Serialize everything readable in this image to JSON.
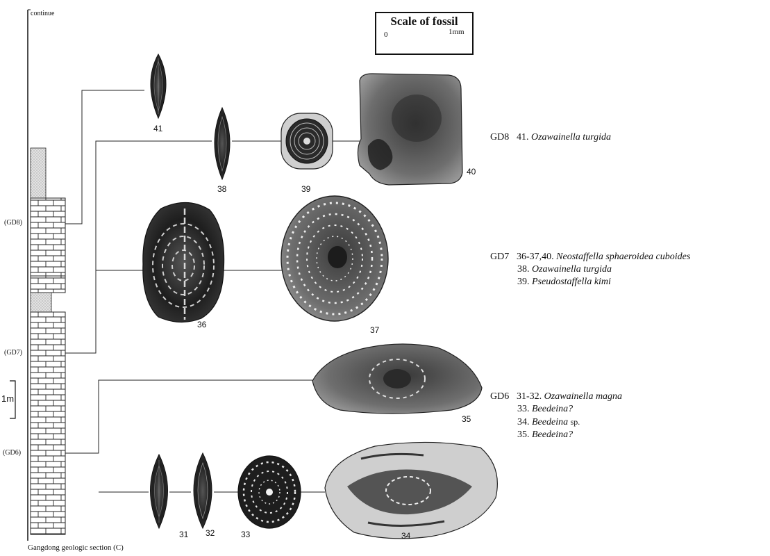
{
  "section": {
    "top_label": "continue",
    "caption": "Gangdong geologic section (C)",
    "horizons": [
      "(GD8)",
      "(GD7)",
      "(GD6)"
    ],
    "thickness_scale": "1m"
  },
  "scale_bar": {
    "title": "Scale of fossil",
    "zero": "0",
    "unit": "1mm"
  },
  "specimen_numbers": [
    "41",
    "38",
    "39",
    "40",
    "36",
    "37",
    "35",
    "31",
    "32",
    "33",
    "34"
  ],
  "legend": [
    {
      "horizon": "GD8",
      "entries": [
        {
          "numbers": "41.",
          "taxon": "Ozawainella turgida",
          "qualifier": ""
        }
      ]
    },
    {
      "horizon": "GD7",
      "entries": [
        {
          "numbers": "36-37,40.",
          "taxon": "Neostaffella sphaeroidea cuboides",
          "qualifier": ""
        },
        {
          "numbers": "38.",
          "taxon": "Ozawainella turgida",
          "qualifier": ""
        },
        {
          "numbers": "39.",
          "taxon": "Pseudostaffella kimi",
          "qualifier": ""
        }
      ]
    },
    {
      "horizon": "GD6",
      "entries": [
        {
          "numbers": "31-32.",
          "taxon": "Ozawainella magna",
          "qualifier": ""
        },
        {
          "numbers": "33.",
          "taxon": "Beedeina?",
          "qualifier": ""
        },
        {
          "numbers": "34.",
          "taxon": "Beedeina",
          "qualifier": "sp."
        },
        {
          "numbers": "35.",
          "taxon": "Beedeina?",
          "qualifier": ""
        }
      ]
    }
  ],
  "colors": {
    "ink": "#111111",
    "fossil_dark": "#1c1c1c",
    "fossil_mid": "#7a7a7a",
    "sandstone": "#d8d8d8"
  }
}
